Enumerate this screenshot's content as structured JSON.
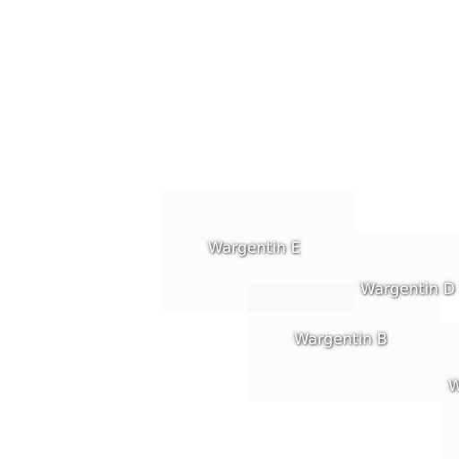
{
  "map": {
    "labels": {
      "e": "Wargentin E",
      "d": "Wargentin D",
      "b": "Wargentin B",
      "partial": "W"
    }
  }
}
